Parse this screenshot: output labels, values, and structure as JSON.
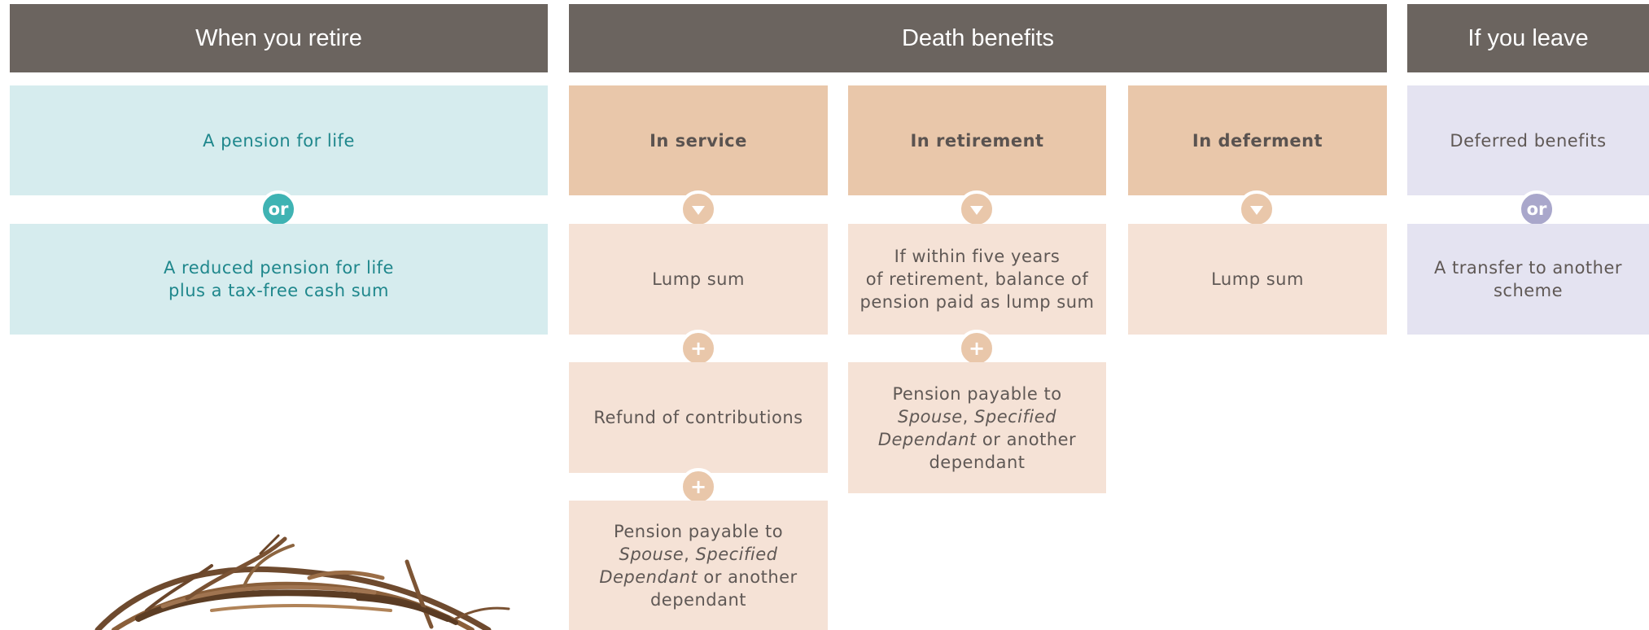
{
  "headers": {
    "retire": "When you retire",
    "death": "Death benefits",
    "leave": "If you leave"
  },
  "retire": {
    "option1": "A pension for life",
    "connector": "or",
    "option2_line1": "A reduced pension for life",
    "option2_line2": "plus a tax-free cash sum"
  },
  "in_service": {
    "title": "In service",
    "item1": "Lump sum",
    "item2": "Refund of contributions",
    "item3": {
      "line1": "Pension payable to",
      "spouse": "Spouse",
      "comma": ",",
      "specified": "Specified",
      "dependant": "Dependant",
      "or_another": "or another",
      "line4": "dependant"
    }
  },
  "in_retirement": {
    "title": "In retirement",
    "item1_line1": "If within five years",
    "item1_line2": "of retirement, balance of",
    "item1_line3": "pension paid as lump sum",
    "item2": {
      "line1": "Pension payable to",
      "spouse": "Spouse",
      "comma": ",",
      "specified": "Specified",
      "dependant": "Dependant",
      "or_another": "or another",
      "line4": "dependant"
    }
  },
  "in_deferment": {
    "title": "In deferment",
    "item1": "Lump sum"
  },
  "leave": {
    "option1": "Deferred benefits",
    "connector": "or",
    "option2_line1": "A transfer to another",
    "option2_line2": "scheme"
  },
  "plus_symbol": "+",
  "colors": {
    "header": "#6b645f",
    "teal_box": "#d6ecee",
    "teal_text": "#1f878c",
    "teal_connector": "#3fb3b3",
    "peach_title": "#e9c7aa",
    "peach_box": "#f5e2d6",
    "lavender_box": "#e4e3f1",
    "lavender_connector": "#a9a7cb"
  }
}
